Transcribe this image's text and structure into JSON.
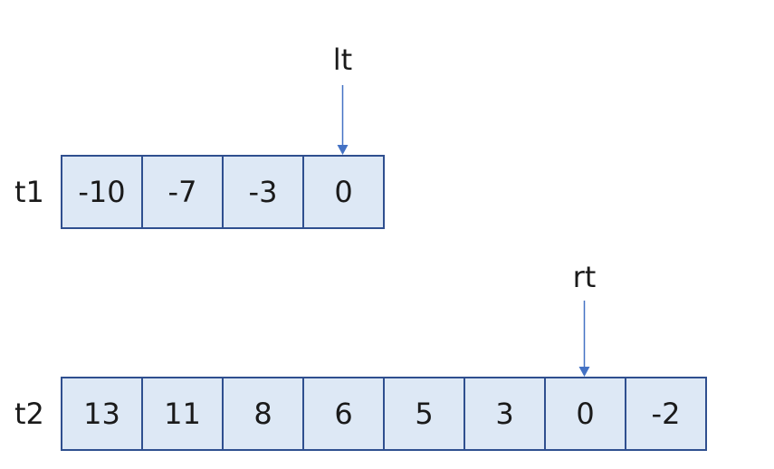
{
  "arrays": [
    {
      "label": "t1",
      "cells": [
        "-10",
        "-7",
        "-3",
        "0"
      ],
      "pointer": {
        "label": "lt",
        "index": 3
      }
    },
    {
      "label": "t2",
      "cells": [
        "13",
        "11",
        "8",
        "6",
        "5",
        "3",
        "0",
        "-2"
      ],
      "pointer": {
        "label": "rt",
        "index": 6
      }
    }
  ],
  "colors": {
    "cell_fill": "#dde8f5",
    "cell_border": "#2f4f8f",
    "arrow": "#4472c4"
  }
}
